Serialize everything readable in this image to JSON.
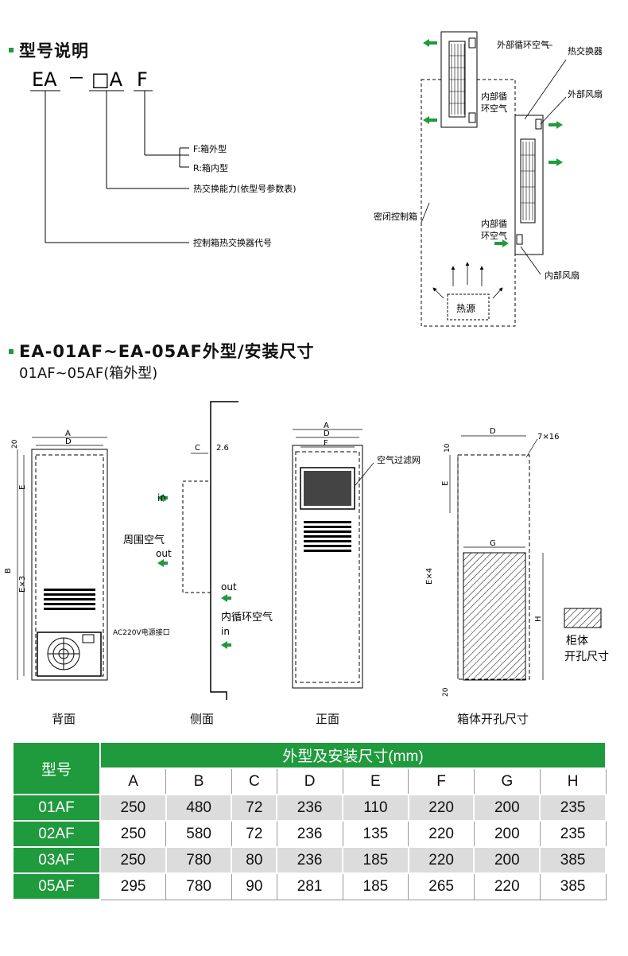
{
  "section1": {
    "title": "型号说明",
    "code_parts": [
      "EA",
      "－",
      "□A",
      "F"
    ],
    "branches": {
      "f_type": "F:箱外型",
      "r_type": "R:箱内型",
      "capacity": "热交换能力(依型号参数表)",
      "code": "控制箱热交换器代号"
    }
  },
  "schematic": {
    "outer_air": "外部循环空气",
    "heat_exchanger": "热交换器",
    "outer_fan": "外部风扇",
    "inner_air_1a": "内部循",
    "inner_air_1b": "环空气",
    "sealed_box": "密闭控制箱",
    "inner_air_2a": "内部循",
    "inner_air_2b": "环空气",
    "inner_fan": "内部风扇",
    "heat_source": "热源"
  },
  "section2": {
    "title": "EA-01AF~EA-05AF外型/安装尺寸",
    "subtitle": "01AF~05AF(箱外型)"
  },
  "views": {
    "back": {
      "label": "背面",
      "dims": {
        "a": "A",
        "d": "D",
        "top": "20",
        "e": "E",
        "b": "B",
        "e3": "E×3"
      },
      "power": "AC220V电源接口"
    },
    "side": {
      "label": "侧面",
      "dims": {
        "c": "C",
        "t": "2.6"
      },
      "in1": "in",
      "ambient": "周围空气",
      "out1": "out",
      "out2": "out",
      "inner": "内循环空气",
      "in2": "in"
    },
    "front": {
      "label": "正面",
      "dims": {
        "a": "A",
        "d": "D",
        "f": "F"
      },
      "filter": "空气过滤网"
    },
    "cutout": {
      "label": "箱体开孔尺寸",
      "dims": {
        "d": "D",
        "hole": "7×16",
        "top": "10",
        "e": "E",
        "e4": "E×4",
        "g": "G",
        "h": "H",
        "bottom": "20"
      },
      "legend_a": "柜体",
      "legend_b": "开孔尺寸"
    }
  },
  "table": {
    "model_header": "型号",
    "group_header": "外型及安装尺寸(mm)",
    "columns": [
      "A",
      "B",
      "C",
      "D",
      "E",
      "F",
      "G",
      "H"
    ],
    "rows": [
      {
        "model": "01AF",
        "values": [
          "250",
          "480",
          "72",
          "236",
          "110",
          "220",
          "200",
          "235"
        ]
      },
      {
        "model": "02AF",
        "values": [
          "250",
          "580",
          "72",
          "236",
          "135",
          "220",
          "200",
          "235"
        ]
      },
      {
        "model": "03AF",
        "values": [
          "250",
          "780",
          "80",
          "236",
          "185",
          "220",
          "200",
          "385"
        ]
      },
      {
        "model": "05AF",
        "values": [
          "295",
          "780",
          "90",
          "281",
          "185",
          "265",
          "220",
          "385"
        ]
      }
    ]
  },
  "colors": {
    "accent": "#1f9a3d",
    "grey_cell": "#dcdcdc"
  }
}
